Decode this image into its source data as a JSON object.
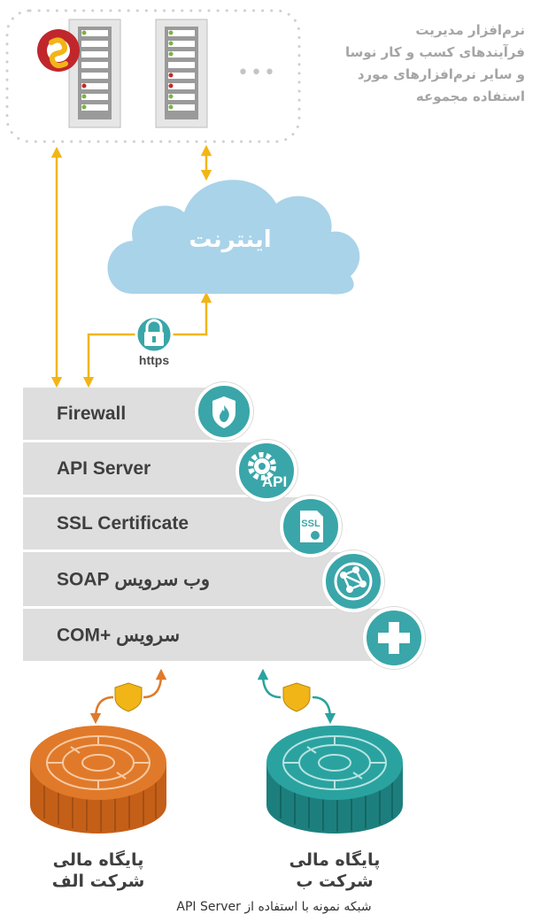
{
  "servers": {
    "description_lines": [
      "نرم‌افزار مدیریت",
      "فرآیندهای کسب و کار نوسا",
      "و سایر نرم‌افزارهای مورد",
      "استفاده مجموعه"
    ],
    "more_indicator": "•••"
  },
  "cloud": {
    "label": "اینترنت"
  },
  "lock": {
    "label": "https"
  },
  "stack": [
    {
      "label": "Firewall",
      "icon": "fire-shield-icon"
    },
    {
      "label": "API Server",
      "icon": "api-gear-icon"
    },
    {
      "label": "SSL Certificate",
      "icon": "ssl-certificate-icon"
    },
    {
      "label": "وب سرویس SOAP",
      "icon": "network-globe-icon"
    },
    {
      "label": "سرویس +COM",
      "icon": "plus-icon"
    }
  ],
  "databases": [
    {
      "line1": "پایگاه مالی",
      "line2": "شرکت الف",
      "color": "#e07a2a"
    },
    {
      "line1": "پایگاه مالی",
      "line2": "شرکت ب",
      "color": "#2aa3a0"
    }
  ],
  "caption": "شبکه نمونه با استفاده از API Server",
  "colors": {
    "accent": "#f2b517",
    "teal": "#3aa6a9",
    "orange": "#e07a2a",
    "gray_text": "#a5a5a5"
  }
}
